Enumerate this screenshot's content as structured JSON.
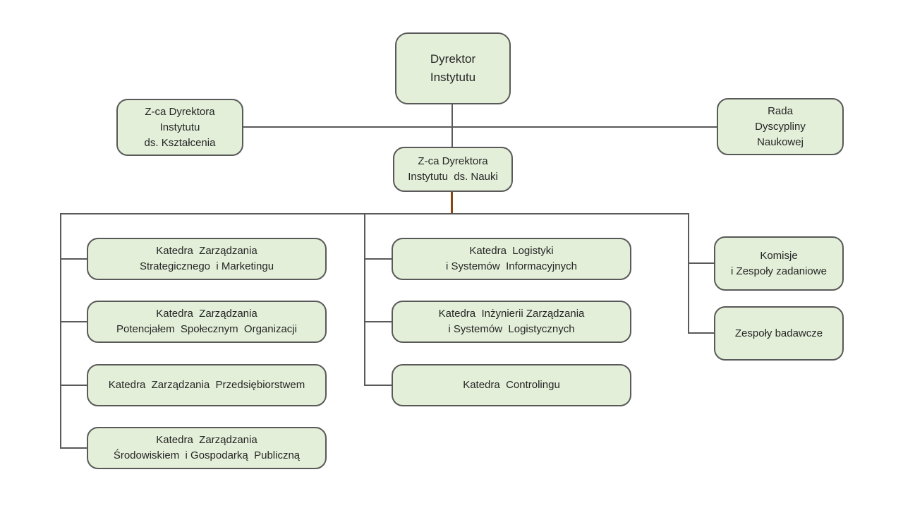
{
  "colors": {
    "box_fill": "#e3efd9",
    "box_border": "#595959",
    "line": "#595959",
    "accent_line": "#8a4412",
    "text": "#262626"
  },
  "org_chart": {
    "director": {
      "label": "Dyrektor\nInstytutu"
    },
    "deputy_education": {
      "label": "Z-ca Dyrektora\nInstytutu\nds. Kształcenia"
    },
    "scientific_council": {
      "label": "Rada\nDyscypliny\nNaukowej"
    },
    "deputy_science": {
      "label": "Z-ca Dyrektora\nInstytutu  ds. Nauki"
    },
    "left_column": [
      {
        "label": "Katedra  Zarządzania\nStrategicznego  i Marketingu"
      },
      {
        "label": "Katedra  Zarządzania\nPotencjałem  Społecznym  Organizacji"
      },
      {
        "label": "Katedra  Zarządzania  Przedsiębiorstwem"
      },
      {
        "label": "Katedra  Zarządzania\nŚrodowiskiem  i Gospodarką  Publiczną"
      }
    ],
    "middle_column": [
      {
        "label": "Katedra  Logistyki\ni Systemów  Informacyjnych"
      },
      {
        "label": "Katedra  Inżynierii Zarządzania\ni Systemów  Logistycznych"
      },
      {
        "label": "Katedra  Controlingu"
      }
    ],
    "right_column": [
      {
        "label": "Komisje\ni Zespoły zadaniowe"
      },
      {
        "label": "Zespoły badawcze"
      }
    ]
  }
}
